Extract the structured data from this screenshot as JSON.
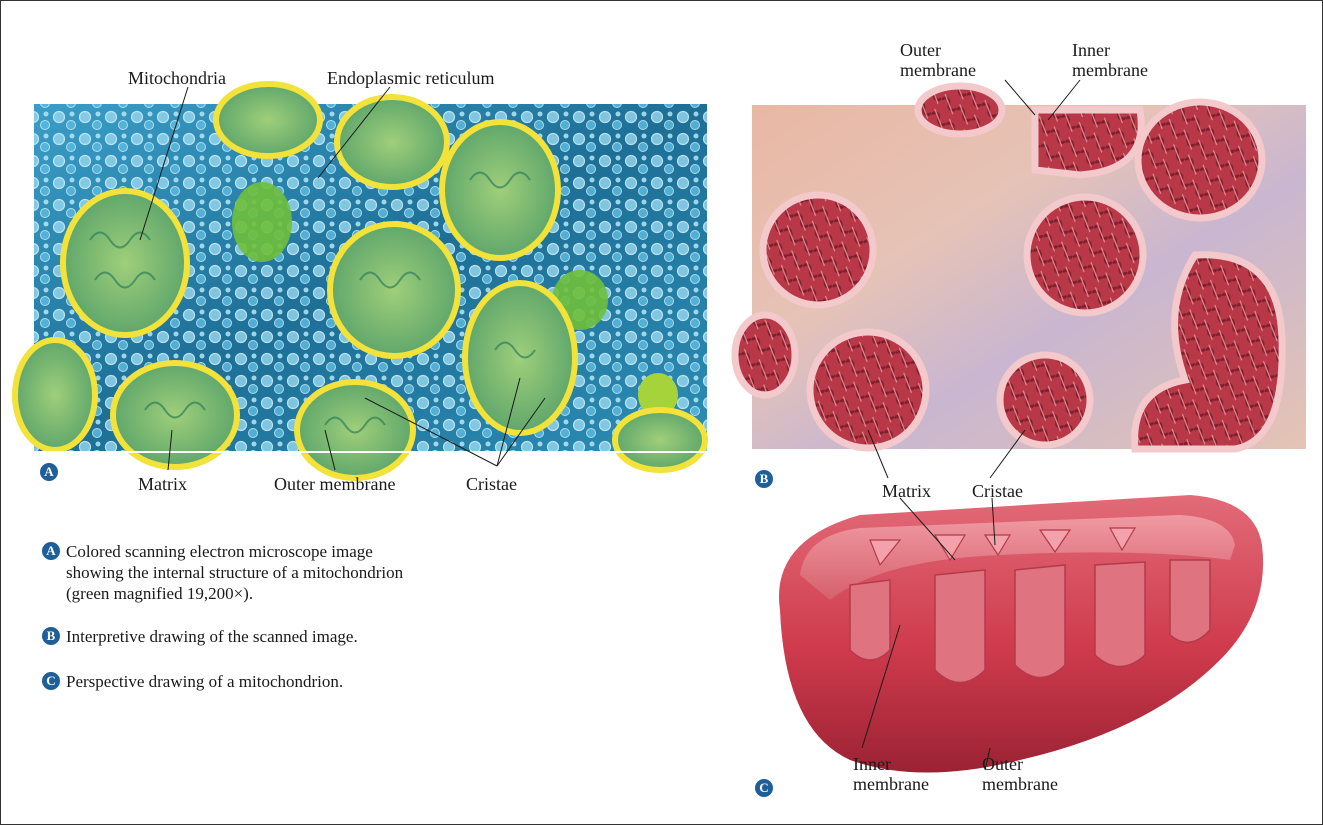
{
  "panel_a": {
    "badge": "A",
    "labels": {
      "mitochondria": "Mitochondria",
      "er": "Endoplasmic reticulum",
      "matrix": "Matrix",
      "outer_membrane": "Outer membrane",
      "cristae": "Cristae"
    }
  },
  "panel_b": {
    "badge": "B",
    "labels": {
      "outer_membrane": "Outer\nmembrane",
      "inner_membrane": "Inner\nmembrane",
      "matrix": "Matrix",
      "cristae": "Cristae"
    }
  },
  "panel_c": {
    "badge": "C",
    "labels": {
      "inner_membrane": "Inner\nmembrane",
      "outer_membrane": "Outer\nmembrane"
    }
  },
  "captions": [
    {
      "badge": "A",
      "text": "Colored scanning electron microscope image showing the internal structure of a mitochondrion (green magnified 19,200×)."
    },
    {
      "badge": "B",
      "text": "Interpretive drawing of the scanned image."
    },
    {
      "badge": "C",
      "text": "Perspective drawing of a mitochondrion."
    }
  ],
  "colors": {
    "badge": "#1f5f99",
    "sem_background": "#2a8fb8",
    "sem_membrane": "#f2e23a",
    "mito_fill": "#c8404f",
    "mito_membrane": "#f6c9cc"
  }
}
